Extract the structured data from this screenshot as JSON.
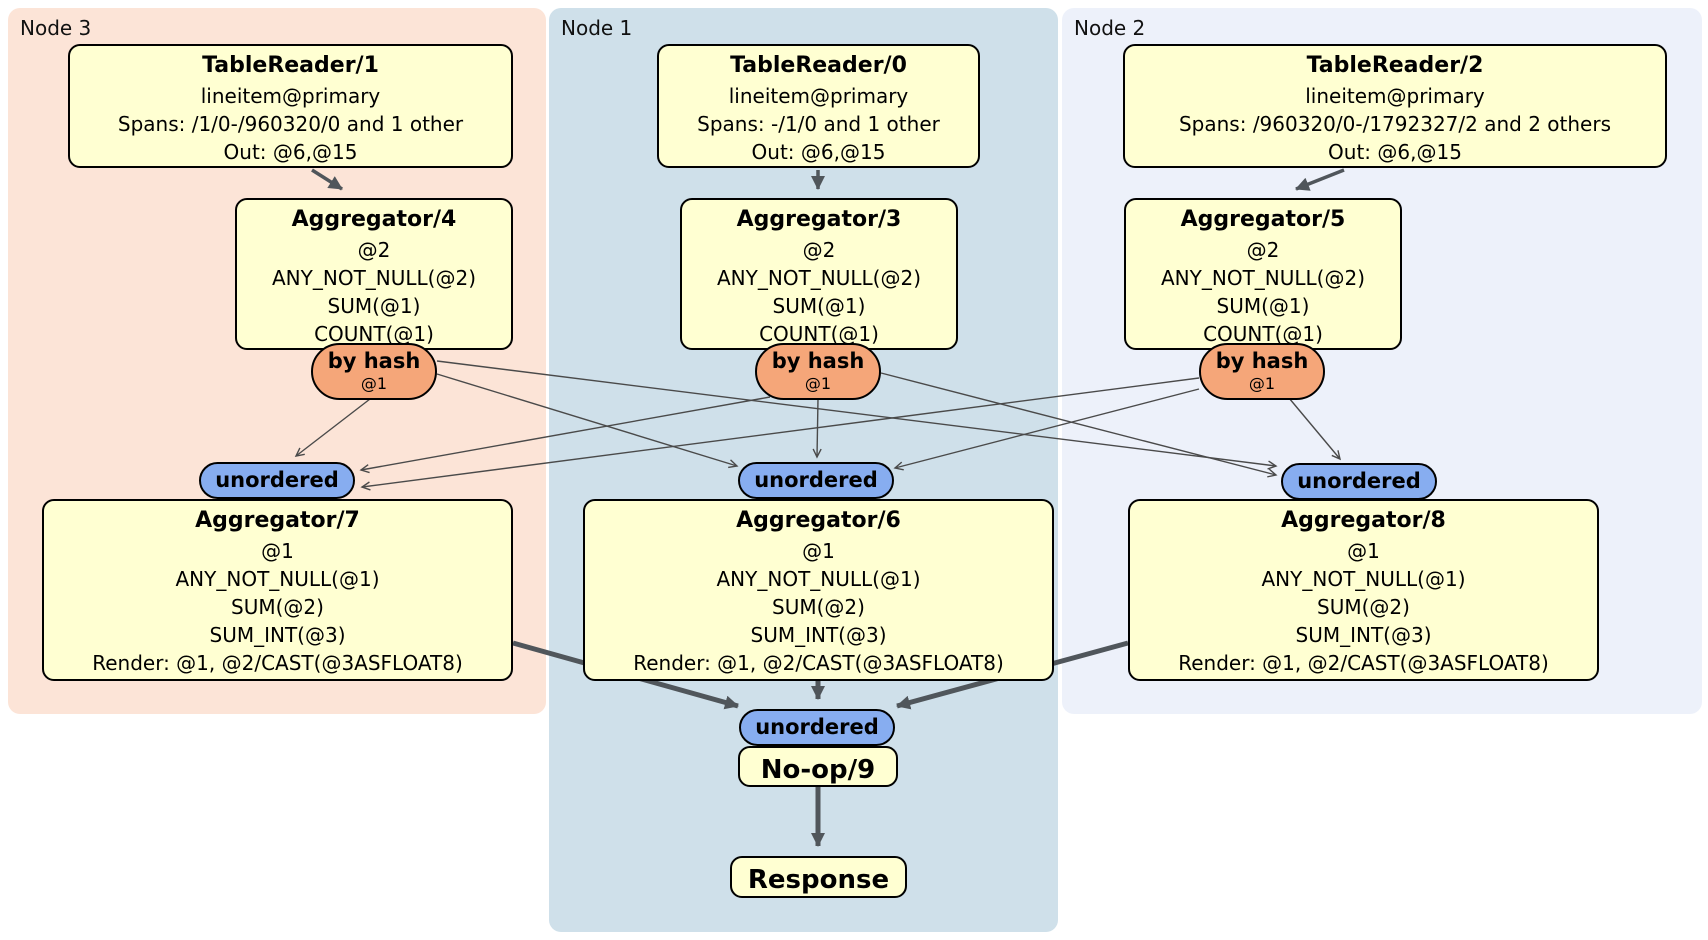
{
  "regions": [
    {
      "label": "Node 3"
    },
    {
      "label": "Node 1"
    },
    {
      "label": "Node 2"
    }
  ],
  "processors": {
    "tr1": {
      "title": "TableReader/1",
      "lines": [
        "lineitem@primary",
        "Spans: /1/0-/960320/0 and 1 other",
        "Out: @6,@15"
      ]
    },
    "tr0": {
      "title": "TableReader/0",
      "lines": [
        "lineitem@primary",
        "Spans: -/1/0 and 1 other",
        "Out: @6,@15"
      ]
    },
    "tr2": {
      "title": "TableReader/2",
      "lines": [
        "lineitem@primary",
        "Spans: /960320/0-/1792327/2 and 2 others",
        "Out: @6,@15"
      ]
    },
    "agg4": {
      "title": "Aggregator/4",
      "lines": [
        "@2",
        "ANY_NOT_NULL(@2)",
        "SUM(@1)",
        "COUNT(@1)"
      ]
    },
    "agg3": {
      "title": "Aggregator/3",
      "lines": [
        "@2",
        "ANY_NOT_NULL(@2)",
        "SUM(@1)",
        "COUNT(@1)"
      ]
    },
    "agg5": {
      "title": "Aggregator/5",
      "lines": [
        "@2",
        "ANY_NOT_NULL(@2)",
        "SUM(@1)",
        "COUNT(@1)"
      ]
    },
    "agg7": {
      "title": "Aggregator/7",
      "lines": [
        "@1",
        "ANY_NOT_NULL(@1)",
        "SUM(@2)",
        "SUM_INT(@3)",
        "Render: @1, @2/CAST(@3ASFLOAT8)"
      ]
    },
    "agg6": {
      "title": "Aggregator/6",
      "lines": [
        "@1",
        "ANY_NOT_NULL(@1)",
        "SUM(@2)",
        "SUM_INT(@3)",
        "Render: @1, @2/CAST(@3ASFLOAT8)"
      ]
    },
    "agg8": {
      "title": "Aggregator/8",
      "lines": [
        "@1",
        "ANY_NOT_NULL(@1)",
        "SUM(@2)",
        "SUM_INT(@3)",
        "Render: @1, @2/CAST(@3ASFLOAT8)"
      ]
    },
    "noop": {
      "title": "No-op/9"
    },
    "response": {
      "title": "Response"
    }
  },
  "routers": {
    "by_hash_label": "by hash",
    "by_hash_detail": "@1",
    "unordered_label": "unordered"
  },
  "colors": {
    "node3_bg": "#fce4d7",
    "node1_bg": "#cfe0ea",
    "node2_bg": "#edf1fa",
    "processor_fill": "#ffffd2",
    "by_hash_fill": "#f5a679",
    "unordered_fill": "#87adf0",
    "stream_edge": "#4a4a4a",
    "flow_edge": "#50565b"
  }
}
